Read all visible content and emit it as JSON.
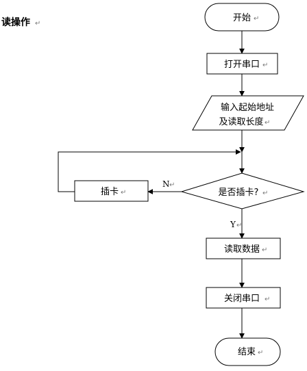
{
  "title": "读操作",
  "para_mark": "↵",
  "nodes": {
    "start": "开始",
    "open_port": "打开串口",
    "input_line1": "输入起始地址",
    "input_line2": "及读取长度",
    "decision": "是否插卡?",
    "insert_card": "插卡",
    "read_data": "读取数据",
    "close_port": "关闭串口",
    "end": "结束"
  },
  "edges": {
    "no_label": "N",
    "yes_label": "Y"
  }
}
